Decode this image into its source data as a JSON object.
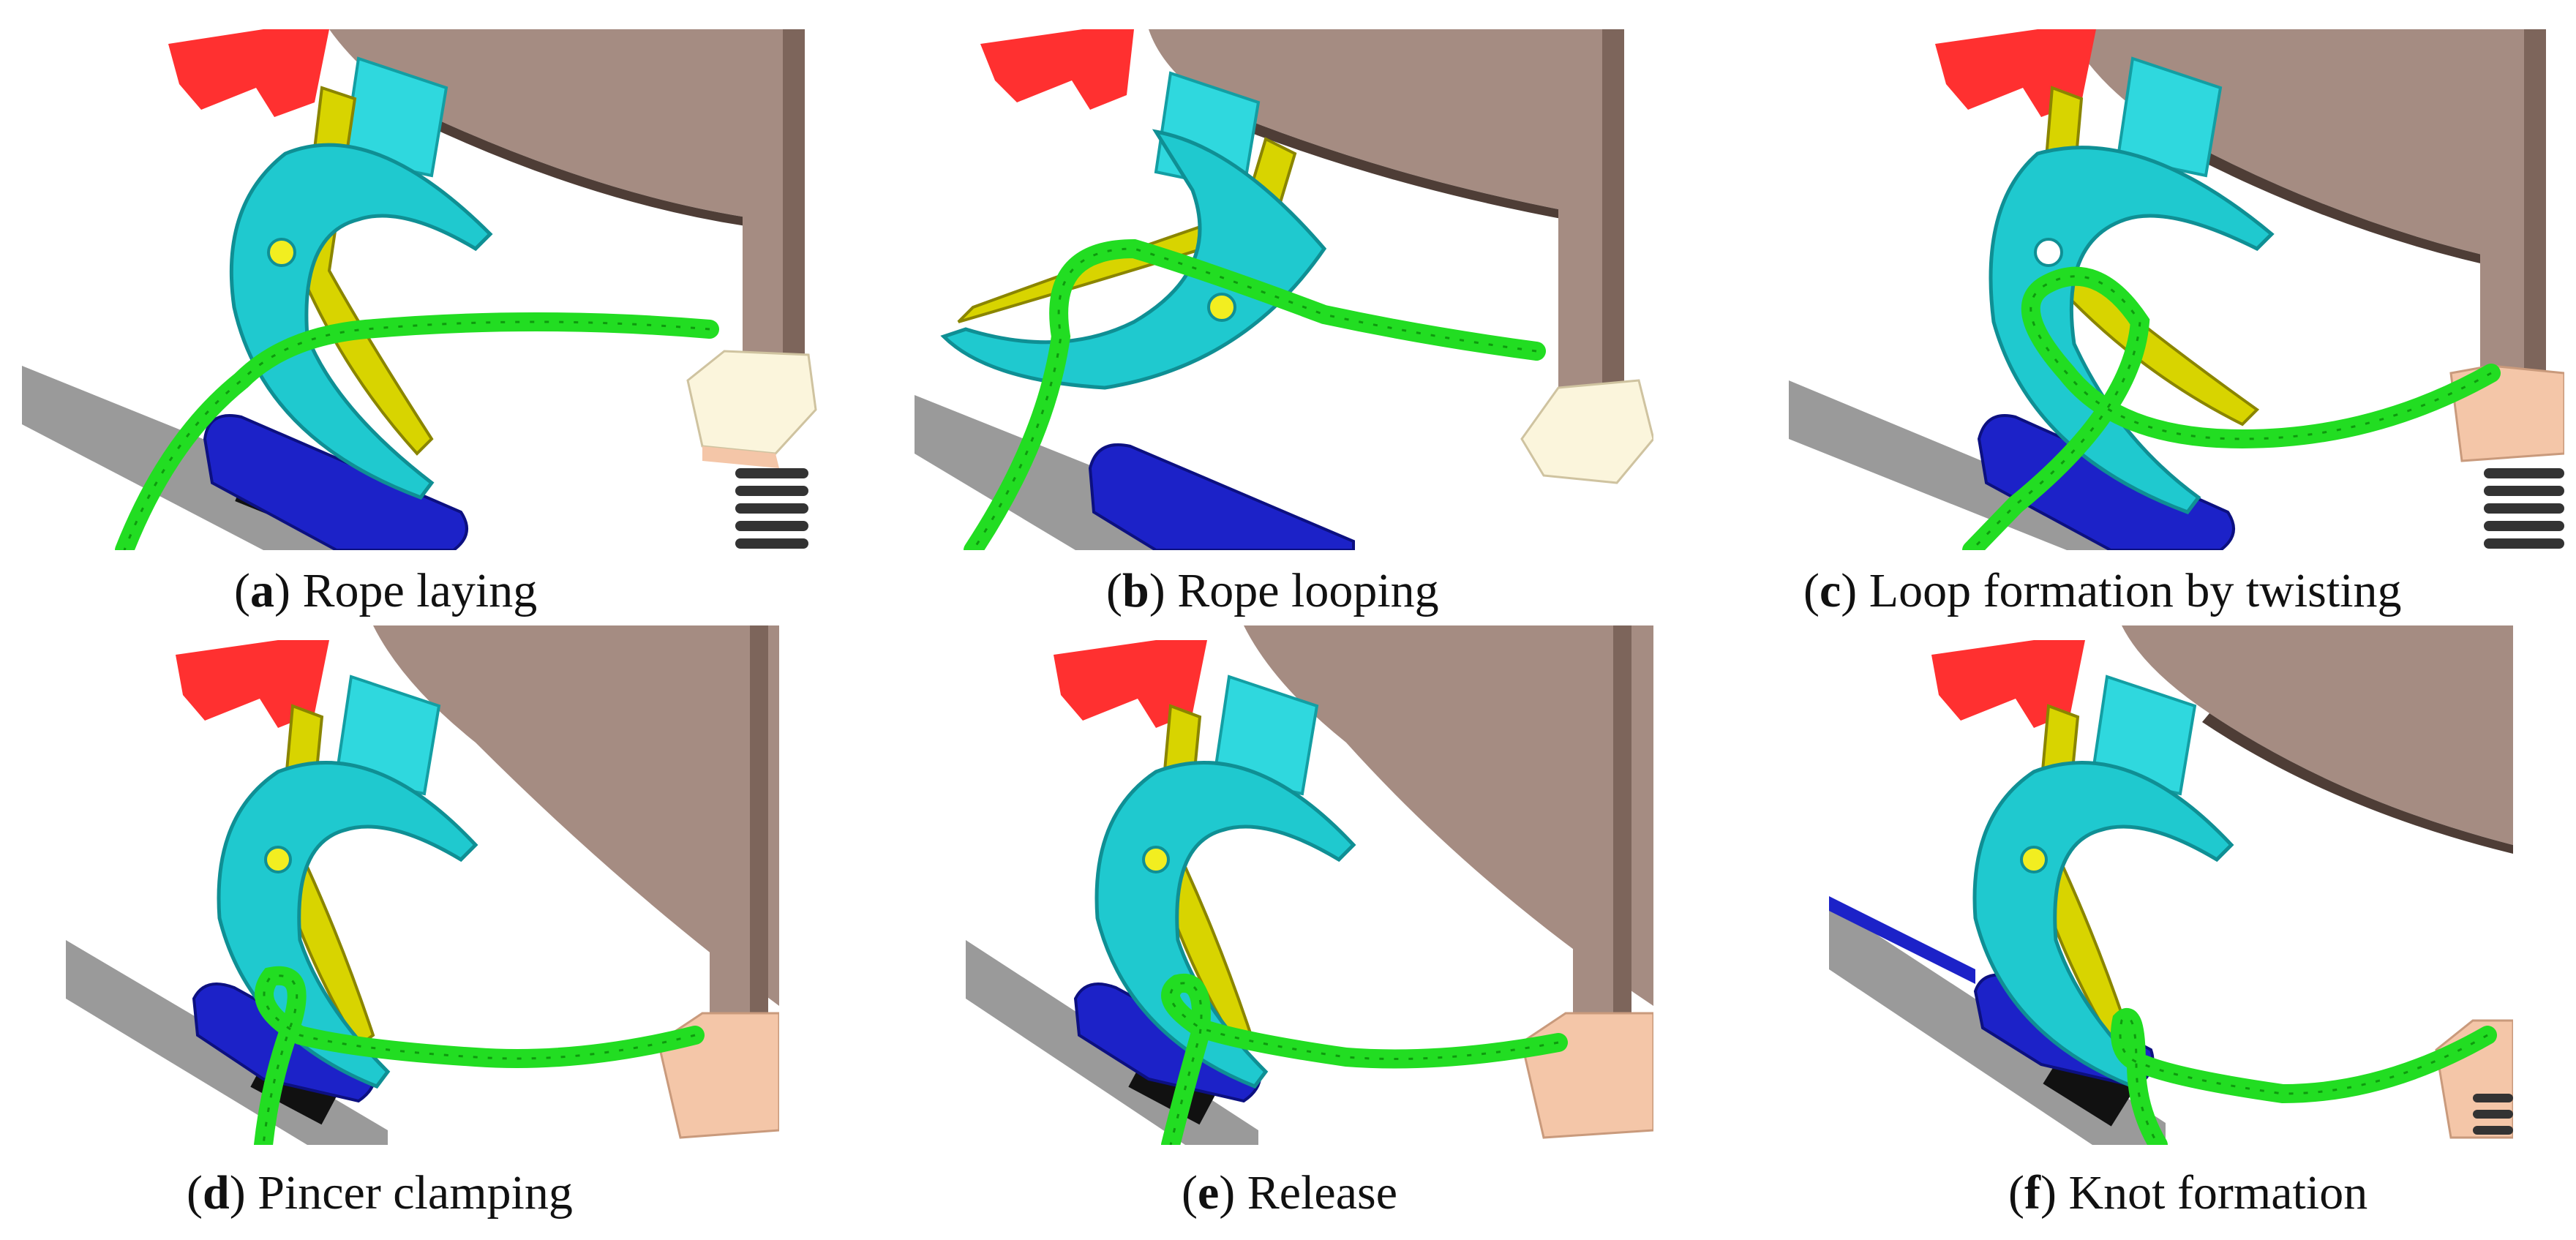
{
  "figure": {
    "panels": [
      {
        "letter": "a",
        "caption": "Rope laying"
      },
      {
        "letter": "b",
        "caption": "Rope looping"
      },
      {
        "letter": "c",
        "caption": "Loop formation by twisting"
      },
      {
        "letter": "d",
        "caption": "Pincer clamping"
      },
      {
        "letter": "e",
        "caption": "Release"
      },
      {
        "letter": "f",
        "caption": "Knot formation"
      }
    ]
  },
  "colors": {
    "hook_cyan": "#1fc9cf",
    "hook_cyan_light": "#3fe6ea",
    "pincer_yellow": "#d8d400",
    "pincer_yellow_light": "#f2ee20",
    "rope_green": "#22dd22",
    "rope_green_dark": "#0e9a0e",
    "body_brown": "#a58c82",
    "body_brown_dark": "#7d655b",
    "clamp_red": "#ff3030",
    "rail_gray": "#9a9a9a",
    "block_blue": "#1c22c8",
    "block_black": "#111111",
    "collar_peach": "#f4c6a8",
    "collar_cream": "#fbf5dc",
    "spring_dark": "#333333"
  }
}
